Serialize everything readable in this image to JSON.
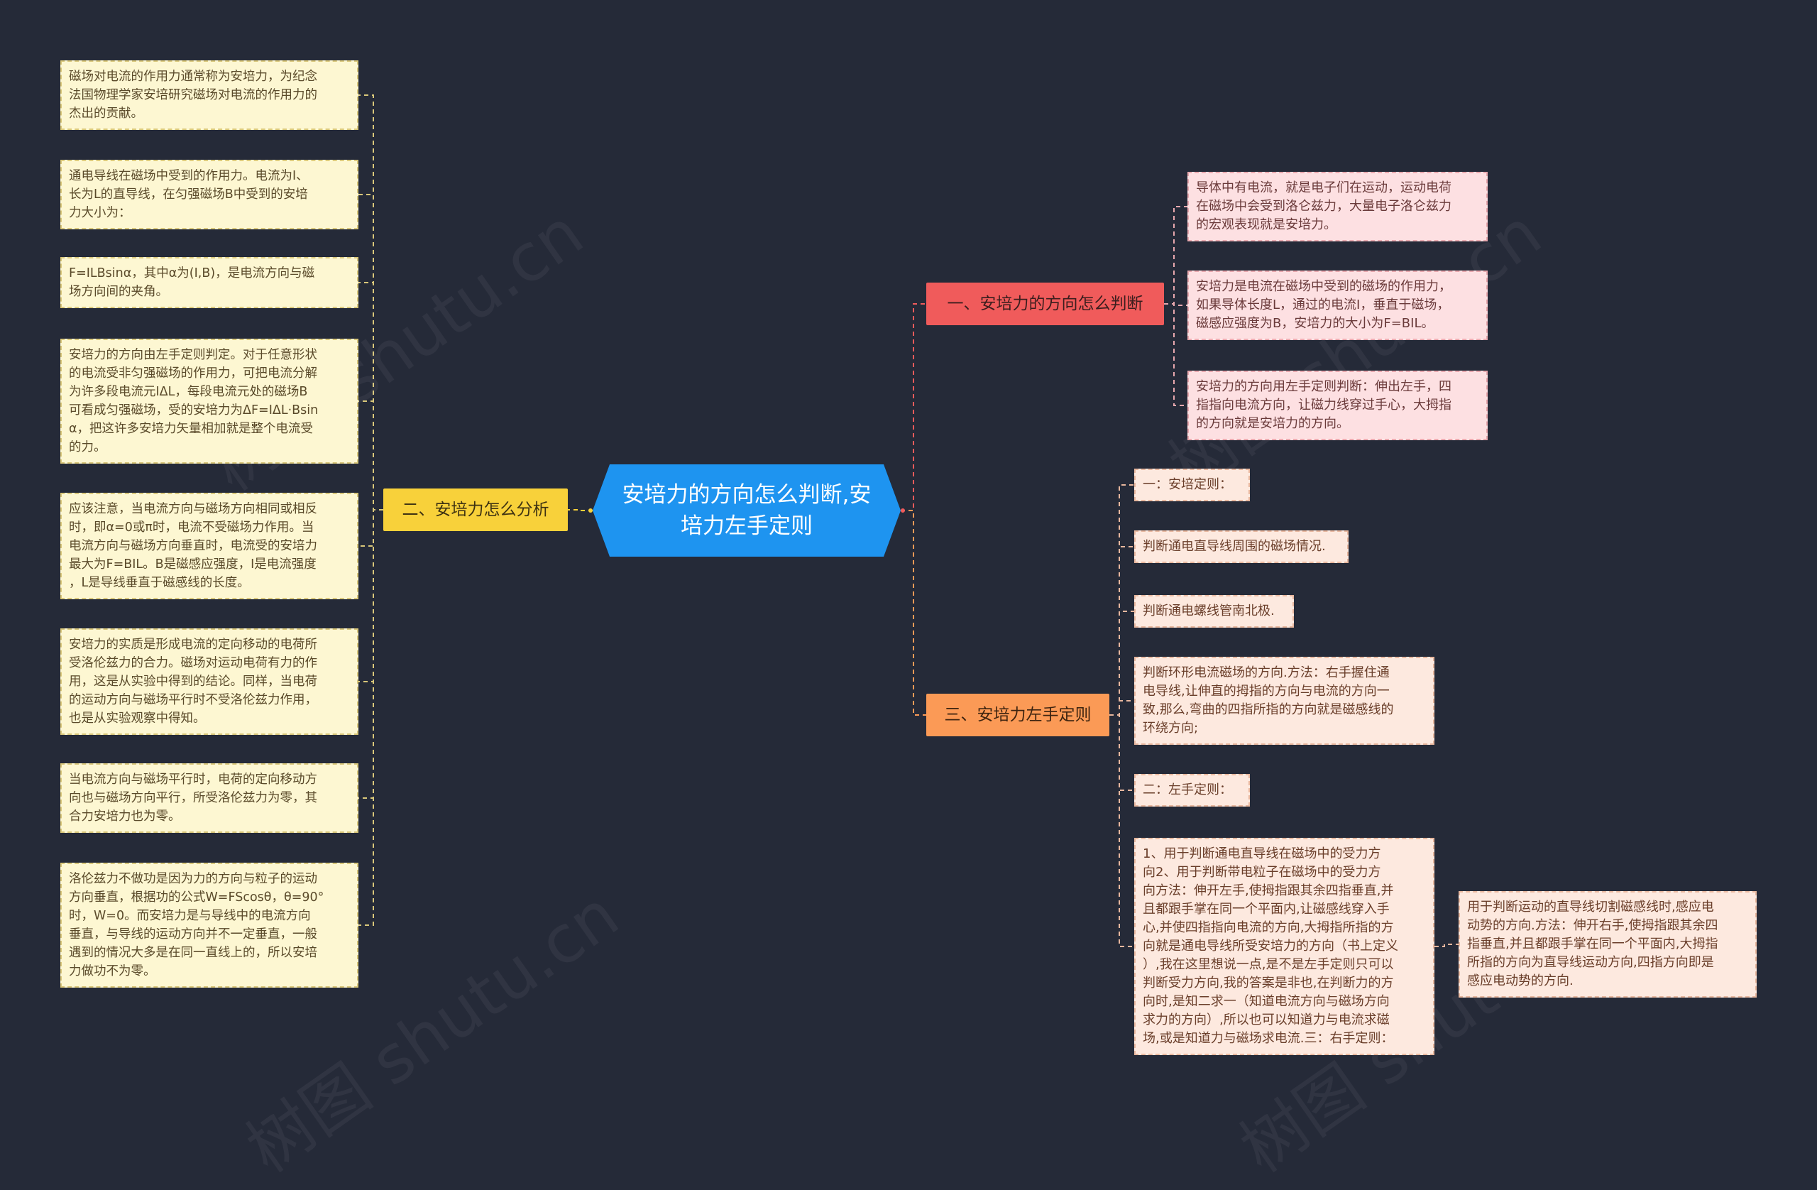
{
  "root": {
    "label": "安培力的方向怎么判断,安培力左手定则"
  },
  "branches": [
    {
      "label": "一、安培力的方向怎么判断",
      "color": "#f05b5b",
      "children": [
        "导体中有电流，就是电子们在运动，运动电荷\n在磁场中会受到洛仑兹力，大量电子洛仑兹力\n的宏观表现就是安培力。",
        "安培力是电流在磁场中受到的磁场的作用力，\n如果导体长度L，通过的电流I，垂直于磁场，\n磁感应强度为B，安培力的大小为F=BIL。",
        "安培力的方向用左手定则判断：伸出左手，四\n指指向电流方向，让磁力线穿过手心，大拇指\n的方向就是安培力的方向。"
      ]
    },
    {
      "label": "二、安培力怎么分析",
      "color": "#f8d13a",
      "children": [
        "磁场对电流的作用力通常称为安培力，为纪念\n法国物理学家安培研究磁场对电流的作用力的\n杰出的贡献。",
        "通电导线在磁场中受到的作用力。电流为I、\n长为L的直导线，在匀强磁场B中受到的安培\n力大小为：",
        "F=ILBsinα，其中α为(I,B)，是电流方向与磁\n场方向间的夹角。",
        "安培力的方向由左手定则判定。对于任意形状\n的电流受非匀强磁场的作用力，可把电流分解\n为许多段电流元IΔL，每段电流元处的磁场B\n可看成匀强磁场，受的安培力为ΔF=IΔL·Bsin\nα，把这许多安培力矢量相加就是整个电流受\n的力。",
        "应该注意，当电流方向与磁场方向相同或相反\n时，即α=0或π时，电流不受磁场力作用。当\n电流方向与磁场方向垂直时，电流受的安培力\n最大为F=BIL。B是磁感应强度，I是电流强度\n，L是导线垂直于磁感线的长度。",
        "安培力的实质是形成电流的定向移动的电荷所\n受洛伦兹力的合力。磁场对运动电荷有力的作\n用，这是从实验中得到的结论。同样，当电荷\n的运动方向与磁场平行时不受洛伦兹力作用，\n也是从实验观察中得知。",
        "当电流方向与磁场平行时，电荷的定向移动方\n向也与磁场方向平行，所受洛伦兹力为零，其\n合力安培力也为零。",
        "洛伦兹力不做功是因为力的方向与粒子的运动\n方向垂直，根据功的公式W=FScosθ，θ=90°\n时，W=0。而安培力是与导线中的电流方向\n垂直，与导线的运动方向并不一定垂直，一般\n遇到的情况大多是在同一直线上的，所以安培\n力做功不为零。"
      ]
    },
    {
      "label": "三、安培力左手定则",
      "color": "#fb9a56",
      "children": [
        "一：安培定则：",
        "判断通电直导线周围的磁场情况.",
        "判断通电螺线管南北极.",
        "判断环形电流磁场的方向.方法：右手握住通\n电导线,让伸直的拇指的方向与电流的方向一\n致,那么,弯曲的四指所指的方向就是磁感线的\n环绕方向;",
        "二：左手定则：",
        "1、用于判断通电直导线在磁场中的受力方\n向2、用于判断带电粒子在磁场中的受力方\n向方法：伸开左手,使拇指跟其余四指垂直,并\n且都跟手掌在同一个平面内,让磁感线穿入手\n心,并使四指指向电流的方向,大拇指所指的方\n向就是通电导线所受安培力的方向（书上定义\n）,我在这里想说一点,是不是左手定则只可以\n判断受力方向,我的答案是非也,在判断力的方\n向时,是知二求一（知道电流方向与磁场方向\n求力的方向）,所以也可以知道力与电流求磁\n场,或是知道力与磁场求电流.三：右手定则："
      ],
      "sub": "用于判断运动的直导线切割磁感线时,感应电\n动势的方向.方法：伸开右手,使拇指跟其余四\n指垂直,并且都跟手掌在同一个平面内,大拇指\n所指的方向为直导线运动方向,四指方向即是\n感应电动势的方向."
    }
  ],
  "colors": {
    "background": "#252a38",
    "root": "#1e94f0",
    "leaf_yellow": "#fdf7d2",
    "leaf_pink": "#fde0e2",
    "leaf_orange": "#fde9df"
  },
  "watermark": "树图 shutu.cn"
}
